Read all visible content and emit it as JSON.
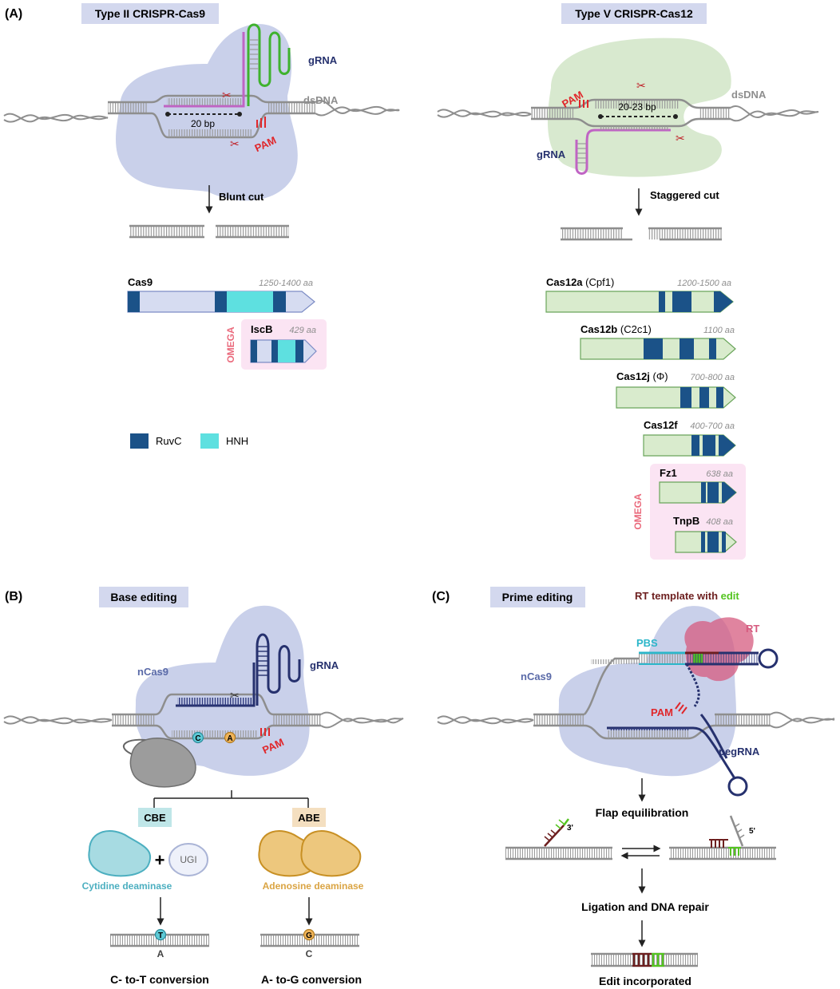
{
  "panels": {
    "a": {
      "label": "(A)",
      "cas9": {
        "title": "Type II CRISPR-Cas9",
        "grna": "gRNA",
        "dsdna": "dsDNA",
        "pam": "PAM",
        "spacer": "20 bp",
        "cut": "Blunt cut",
        "proteins": {
          "cas9": {
            "name": "Cas9",
            "size": "1250-1400 aa"
          },
          "iscb": {
            "name": "IscB",
            "size": "429 aa"
          }
        },
        "omega": "OMEGA",
        "legend": {
          "ruvc": "RuvC",
          "hnh": "HNH"
        }
      },
      "cas12": {
        "title": "Type V CRISPR-Cas12",
        "grna": "gRNA",
        "dsdna": "dsDNA",
        "pam": "PAM",
        "spacer": "20-23 bp",
        "cut": "Staggered cut",
        "proteins": {
          "cas12a": {
            "name": "Cas12a",
            "alias": "(Cpf1)",
            "size": "1200-1500 aa"
          },
          "cas12b": {
            "name": "Cas12b",
            "alias": "(C2c1)",
            "size": "1100 aa"
          },
          "cas12j": {
            "name": "Cas12j",
            "alias": "(Φ)",
            "size": "700-800 aa"
          },
          "cas12f": {
            "name": "Cas12f",
            "size": "400-700 aa"
          },
          "fz1": {
            "name": "Fz1",
            "size": "638 aa"
          },
          "tnpb": {
            "name": "TnpB",
            "size": "408 aa"
          }
        },
        "omega": "OMEGA"
      }
    },
    "b": {
      "label": "(B)",
      "title": "Base editing",
      "ncas9": "nCas9",
      "grna": "gRNA",
      "pam": "PAM",
      "base_c": "C",
      "base_a": "A",
      "cbe": "CBE",
      "abe": "ABE",
      "ugi": "UGI",
      "plus": "+",
      "cytidine": "Cytidine deaminase",
      "adenosine": "Adenosine deaminase",
      "t_base": "T",
      "a_pair": "A",
      "g_base": "G",
      "c_pair": "C",
      "c_to_t": "C- to-T conversion",
      "a_to_g": "A- to-G conversion"
    },
    "c": {
      "label": "(C)",
      "title": "Prime editing",
      "rt_template": "RT template with",
      "edit_word": "edit",
      "rt": "RT",
      "pbs": "PBS",
      "ncas9": "nCas9",
      "pam": "PAM",
      "pegrna": "pegRNA",
      "flap": "Flap equilibration",
      "three_prime": "3'",
      "five_prime": "5'",
      "ligation": "Ligation and DNA repair",
      "incorporated": "Edit incorporated"
    }
  },
  "colors": {
    "blob_blue": "#c9d0ea",
    "blob_green": "#d8e9cf",
    "dna": "#8e8e8e",
    "ruvc": "#1b5288",
    "hnh": "#5ee0e0",
    "cas9_fill": "#d6dcf1",
    "cas12_fill": "#d9ebcd",
    "pam_red": "#e0262a",
    "grna_green": "#3fb22e",
    "grna_purple": "#c064c4",
    "navy": "#26316e",
    "title_bg": "#d3d8ee",
    "omega_bg": "#fbe4f3",
    "omega_text": "#ea6a7c",
    "cbe_bg": "#bfe6e8",
    "abe_bg": "#f4dfc0",
    "cyt": "#4cafc0",
    "aden": "#daa443",
    "rt_pink": "#d65b7f",
    "pbs_cyan": "#2bb6c9",
    "edit_green": "#54c420",
    "template_red": "#6d1f1f"
  }
}
